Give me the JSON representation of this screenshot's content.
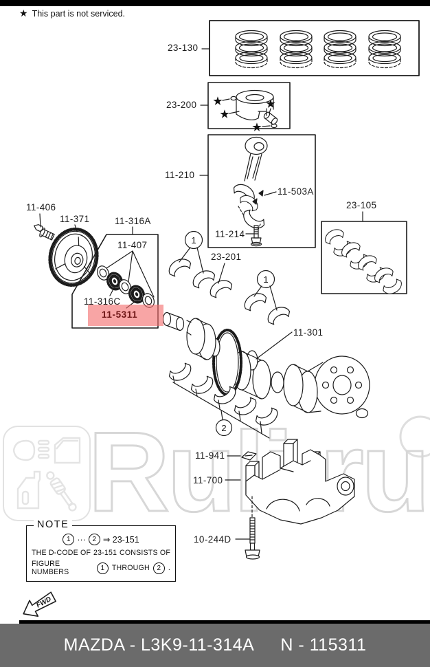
{
  "legend": {
    "star": "★",
    "text": "This part is not serviced."
  },
  "labels": {
    "p23_130": "23-130",
    "p23_200": "23-200",
    "p11_210": "11-210",
    "p11_503A": "11-503A",
    "p11_214": "11-214",
    "p23_105": "23-105",
    "p11_406": "11-406",
    "p11_371": "11-371",
    "p11_316A": "11-316A",
    "p11_407": "11-407",
    "p11_316C": "11-316C",
    "p11_5311": "11-5311",
    "p23_201": "23-201",
    "p11_301": "11-301",
    "p11_941": "11-941",
    "p11_700": "11-700",
    "p10_244D": "10-244D"
  },
  "callouts": {
    "one": "1",
    "two": "2"
  },
  "note": {
    "title": "NOTE",
    "row1_dots": "···",
    "row1_result": "⇒  23-151",
    "row2_a": "THE D-CODE OF",
    "row2_b": "23-151",
    "row2_c": "CONSISTS OF",
    "row3_a": "FIGURE NUMBERS",
    "row3_b": "THROUGH",
    "row3_c": "."
  },
  "fwd_label": "FWD",
  "watermark": {
    "text": "Ruli.ru"
  },
  "footer": {
    "left": "MAZDA - L3K9-11-314A",
    "right": "N - 115311"
  },
  "colors": {
    "highlight": "#f36e6e",
    "footer_bg": "#6b6b6b",
    "watermark": "#d7d7d7",
    "line": "#1c1c1c"
  }
}
